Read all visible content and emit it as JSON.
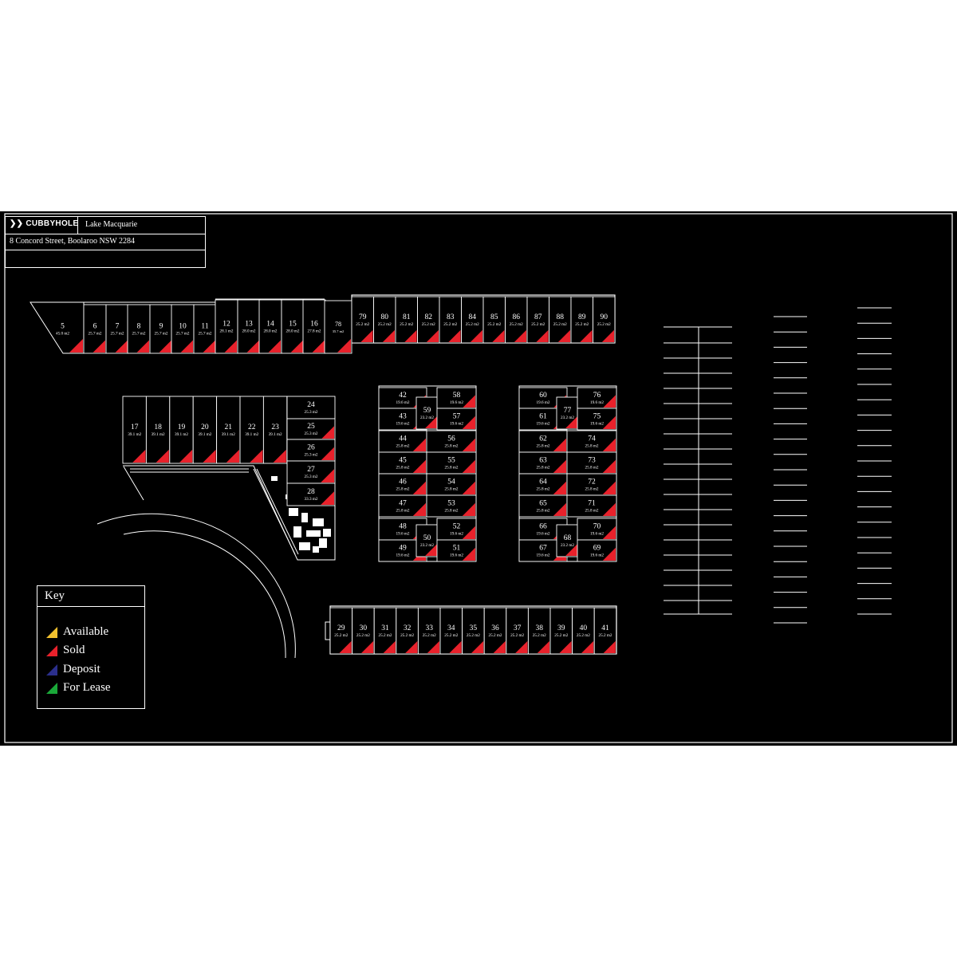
{
  "header": {
    "brand": "CUBBYHOLE",
    "location": "Lake Macquarie",
    "address": "8 Concord Street, Boolaroo NSW 2284"
  },
  "key": {
    "title": "Key",
    "items": [
      {
        "label": "Available",
        "color": "#f2c12e"
      },
      {
        "label": "Sold",
        "color": "#e8212b"
      },
      {
        "label": "Deposit",
        "color": "#2b2f8c"
      },
      {
        "label": "For Lease",
        "color": "#1aa839"
      }
    ]
  },
  "units": [
    {
      "num": "5",
      "area": "45.0 m2",
      "status": "Sold"
    },
    {
      "num": "6",
      "area": "25.7 m2",
      "status": "Sold"
    },
    {
      "num": "7",
      "area": "25.7 m2",
      "status": "Sold"
    },
    {
      "num": "8",
      "area": "25.7 m2",
      "status": "Sold"
    },
    {
      "num": "9",
      "area": "25.7 m2",
      "status": "Sold"
    },
    {
      "num": "10",
      "area": "25.7 m2",
      "status": "Sold"
    },
    {
      "num": "11",
      "area": "25.7 m2",
      "status": "Sold"
    },
    {
      "num": "12",
      "area": "28.1 m2",
      "status": "Sold"
    },
    {
      "num": "13",
      "area": "28.0 m2",
      "status": "Sold"
    },
    {
      "num": "14",
      "area": "28.0 m2",
      "status": "Sold"
    },
    {
      "num": "15",
      "area": "28.0 m2",
      "status": "Sold"
    },
    {
      "num": "16",
      "area": "27.8 m2",
      "status": "Sold"
    },
    {
      "num": "78",
      "area": "35.7 m2",
      "status": "Sold"
    },
    {
      "num": "79",
      "area": "25.2 m2",
      "status": "Sold"
    },
    {
      "num": "80",
      "area": "25.2 m2",
      "status": "Sold"
    },
    {
      "num": "81",
      "area": "25.2 m2",
      "status": "Sold"
    },
    {
      "num": "82",
      "area": "25.2 m2",
      "status": "Sold"
    },
    {
      "num": "83",
      "area": "25.2 m2",
      "status": "Sold"
    },
    {
      "num": "84",
      "area": "25.2 m2",
      "status": "Sold"
    },
    {
      "num": "85",
      "area": "25.2 m2",
      "status": "Sold"
    },
    {
      "num": "86",
      "area": "25.2 m2",
      "status": "Sold"
    },
    {
      "num": "87",
      "area": "25.2 m2",
      "status": "Sold"
    },
    {
      "num": "88",
      "area": "25.2 m2",
      "status": "Sold"
    },
    {
      "num": "89",
      "area": "25.2 m2",
      "status": "Sold"
    },
    {
      "num": "90",
      "area": "25.2 m2",
      "status": "Sold"
    },
    {
      "num": "17",
      "area": "39.1 m2",
      "status": "Sold"
    },
    {
      "num": "18",
      "area": "39.1 m2",
      "status": "Sold"
    },
    {
      "num": "19",
      "area": "39.1 m2",
      "status": "Sold"
    },
    {
      "num": "20",
      "area": "39.1 m2",
      "status": "Sold"
    },
    {
      "num": "21",
      "area": "39.1 m2",
      "status": "Sold"
    },
    {
      "num": "22",
      "area": "39.1 m2",
      "status": "Sold"
    },
    {
      "num": "23",
      "area": "39.1 m2",
      "status": "Sold"
    },
    {
      "num": "24",
      "area": "25.3 m2",
      "status": "None"
    },
    {
      "num": "25",
      "area": "25.3 m2",
      "status": "Sold"
    },
    {
      "num": "26",
      "area": "25.3 m2",
      "status": "Sold"
    },
    {
      "num": "27",
      "area": "25.3 m2",
      "status": "Sold"
    },
    {
      "num": "28",
      "area": "33.3 m2",
      "status": "Sold"
    },
    {
      "num": "42",
      "area": "19.6 m2",
      "status": "Sold"
    },
    {
      "num": "43",
      "area": "19.6 m2",
      "status": "Sold"
    },
    {
      "num": "59",
      "area": "23.2 m2",
      "status": "Sold"
    },
    {
      "num": "58",
      "area": "19.6 m2",
      "status": "Sold"
    },
    {
      "num": "57",
      "area": "19.6 m2",
      "status": "Sold"
    },
    {
      "num": "44",
      "area": "25.8 m2",
      "status": "Sold"
    },
    {
      "num": "45",
      "area": "25.8 m2",
      "status": "Sold"
    },
    {
      "num": "46",
      "area": "25.8 m2",
      "status": "Sold"
    },
    {
      "num": "47",
      "area": "25.8 m2",
      "status": "Sold"
    },
    {
      "num": "56",
      "area": "25.8 m2",
      "status": "Sold"
    },
    {
      "num": "55",
      "area": "25.8 m2",
      "status": "Sold"
    },
    {
      "num": "54",
      "area": "25.8 m2",
      "status": "Sold"
    },
    {
      "num": "53",
      "area": "25.8 m2",
      "status": "Sold"
    },
    {
      "num": "48",
      "area": "19.6 m2",
      "status": "Sold"
    },
    {
      "num": "49",
      "area": "19.6 m2",
      "status": "Sold"
    },
    {
      "num": "50",
      "area": "23.2 m2",
      "status": "Sold"
    },
    {
      "num": "52",
      "area": "19.6 m2",
      "status": "Sold"
    },
    {
      "num": "51",
      "area": "19.6 m2",
      "status": "Sold"
    },
    {
      "num": "60",
      "area": "19.6 m2",
      "status": "Sold"
    },
    {
      "num": "61",
      "area": "19.6 m2",
      "status": "Sold"
    },
    {
      "num": "77",
      "area": "23.2 m2",
      "status": "Sold"
    },
    {
      "num": "76",
      "area": "19.6 m2",
      "status": "Sold"
    },
    {
      "num": "75",
      "area": "19.6 m2",
      "status": "Sold"
    },
    {
      "num": "62",
      "area": "25.8 m2",
      "status": "Sold"
    },
    {
      "num": "63",
      "area": "25.8 m2",
      "status": "Sold"
    },
    {
      "num": "64",
      "area": "25.8 m2",
      "status": "Sold"
    },
    {
      "num": "65",
      "area": "25.8 m2",
      "status": "Sold"
    },
    {
      "num": "74",
      "area": "25.8 m2",
      "status": "Sold"
    },
    {
      "num": "73",
      "area": "25.8 m2",
      "status": "Sold"
    },
    {
      "num": "72",
      "area": "25.8 m2",
      "status": "Sold"
    },
    {
      "num": "71",
      "area": "25.8 m2",
      "status": "Sold"
    },
    {
      "num": "66",
      "area": "19.6 m2",
      "status": "Sold"
    },
    {
      "num": "67",
      "area": "19.6 m2",
      "status": "Sold"
    },
    {
      "num": "68",
      "area": "23.2 m2",
      "status": "Sold"
    },
    {
      "num": "70",
      "area": "19.6 m2",
      "status": "Sold"
    },
    {
      "num": "69",
      "area": "19.6 m2",
      "status": "Sold"
    },
    {
      "num": "29",
      "area": "25.2 m2",
      "status": "Sold"
    },
    {
      "num": "30",
      "area": "25.2 m2",
      "status": "Sold"
    },
    {
      "num": "31",
      "area": "25.2 m2",
      "status": "Sold"
    },
    {
      "num": "32",
      "area": "25.2 m2",
      "status": "Sold"
    },
    {
      "num": "33",
      "area": "25.2 m2",
      "status": "Sold"
    },
    {
      "num": "34",
      "area": "25.2 m2",
      "status": "Sold"
    },
    {
      "num": "35",
      "area": "25.2 m2",
      "status": "Sold"
    },
    {
      "num": "36",
      "area": "25.2 m2",
      "status": "Sold"
    },
    {
      "num": "37",
      "area": "25.2 m2",
      "status": "Sold"
    },
    {
      "num": "38",
      "area": "25.2 m2",
      "status": "Sold"
    },
    {
      "num": "39",
      "area": "25.2 m2",
      "status": "Sold"
    },
    {
      "num": "40",
      "area": "25.2 m2",
      "status": "Sold"
    },
    {
      "num": "41",
      "area": "25.2 m2",
      "status": "Sold"
    }
  ]
}
